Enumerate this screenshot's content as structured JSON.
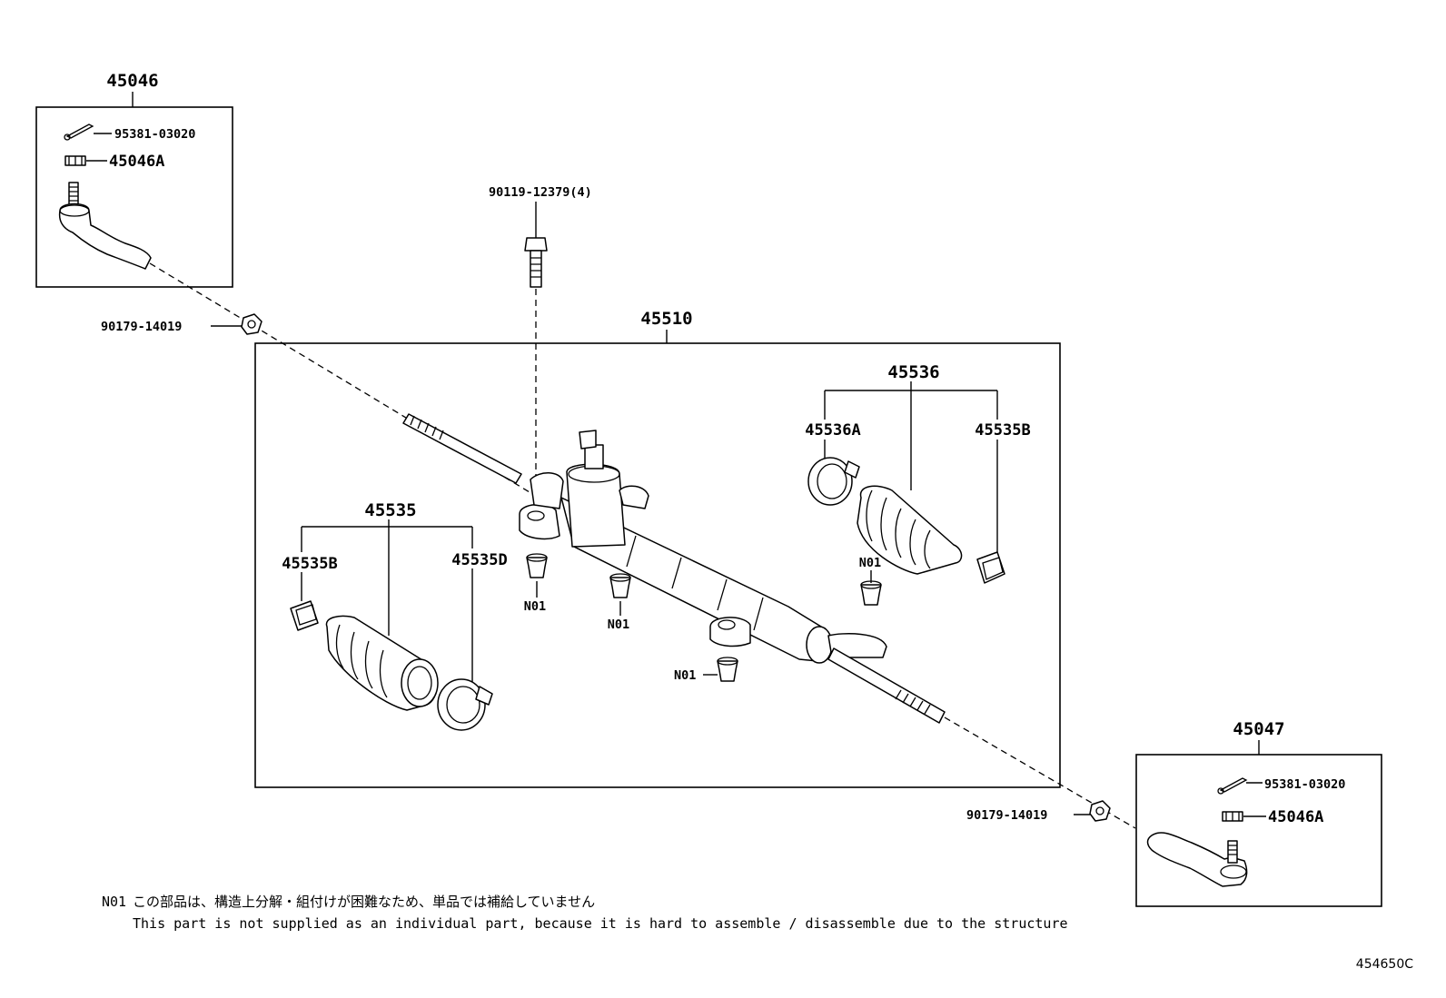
{
  "labels": {
    "tie_rod_end_lh_group": "45046",
    "cotter_pin_lh": "95381-03020",
    "castle_nut_lh": "45046A",
    "bolt": "90119-12379(4)",
    "lock_nut_lh": "90179-14019",
    "rack_assembly": "45510",
    "boot_kit_rh": "45536",
    "boot_clamp_rh": "45536A",
    "boot_clip_rh": "45535B",
    "boot_kit_lh": "45535",
    "boot_clip_lh": "45535B",
    "boot_clamp_lh": "45535D",
    "bush_note_1": "N01",
    "bush_note_2": "N01",
    "bush_note_3": "N01",
    "bush_note_4": "N01",
    "tie_rod_end_rh_group": "45047",
    "cotter_pin_rh": "95381-03020",
    "castle_nut_rh": "45046A",
    "lock_nut_rh": "90179-14019"
  },
  "note": {
    "code": "N01",
    "japanese": "この部品は、構造上分解・組付けが困難なため、単品では補給していません",
    "english": "This part is not supplied as an individual part, because it is hard to assemble / disassemble due to the structure"
  },
  "figure_id": "454650C"
}
